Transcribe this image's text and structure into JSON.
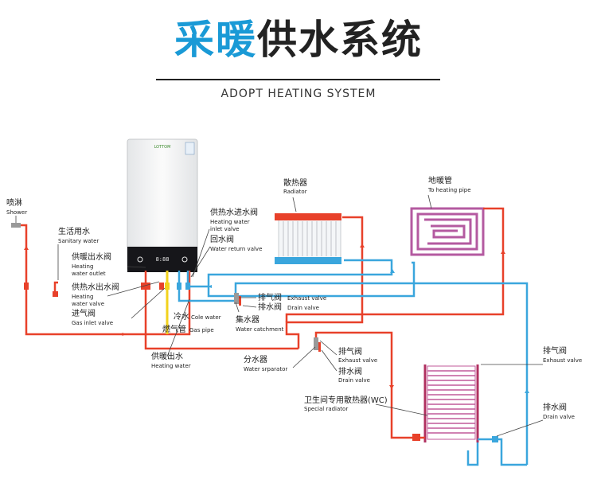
{
  "title": {
    "part1": "采暖",
    "part2": "供水系统"
  },
  "subtitle": "ADOPT HEATING SYSTEM",
  "boiler": {
    "brand": "LOTTOM",
    "display": "8:88"
  },
  "colors": {
    "hot": "#e8412a",
    "cold": "#3aa6dd",
    "gas": "#f2d21c",
    "floor": "#b45aa0",
    "line": "#444444"
  },
  "labels": {
    "shower": {
      "cn": "喷淋",
      "en": "Shower"
    },
    "sanitary_water": {
      "cn": "生活用水",
      "en": "Sanitary water"
    },
    "heating_water_outlet": {
      "cn": "供暖出水阀",
      "en1": "Heating",
      "en2": "water outlet"
    },
    "heating_water_valve": {
      "cn": "供热水出水阀",
      "en1": "Heating",
      "en2": "water valve"
    },
    "gas_inlet_valve": {
      "cn": "进气阀",
      "en": "Gas inlet valve"
    },
    "heating_water": {
      "cn": "供暖出水",
      "en": "Heating water"
    },
    "heating_water_inlet": {
      "cn": "供热水进水阀",
      "en1": "Heating water",
      "en2": "inlet valve"
    },
    "water_return_valve": {
      "cn": "回水阀",
      "en": "Water return valve"
    },
    "cold_water": {
      "cn": "冷水",
      "en": "Cole water"
    },
    "gas_pipe": {
      "cn": "燃气管",
      "en": "Gas pipe"
    },
    "exhaust_valve_1": {
      "cn": "排气阀",
      "en": "Exhaust valve"
    },
    "drain_valve_1": {
      "cn": "排水阀",
      "en": "Drain valve"
    },
    "water_catchment": {
      "cn": "集水器",
      "en": "Water catchment"
    },
    "radiator": {
      "cn": "散热器",
      "en": "Radiator"
    },
    "heating_pipe": {
      "cn": "地暖管",
      "en": "To heating pipe"
    },
    "water_separator": {
      "cn": "分水器",
      "en": "Water srparator"
    },
    "exhaust_valve_2": {
      "cn": "排气阀",
      "en": "Exhaust valve"
    },
    "drain_valve_2": {
      "cn": "排水阀",
      "en": "Drain valve"
    },
    "special_radiator": {
      "cn": "卫生间专用散热器(WC)",
      "en": "Special radiator"
    },
    "exhaust_valve_3": {
      "cn": "排气阀",
      "en": "Exhaust valve"
    },
    "drain_valve_3": {
      "cn": "排水阀",
      "en": "Drain valve"
    }
  }
}
